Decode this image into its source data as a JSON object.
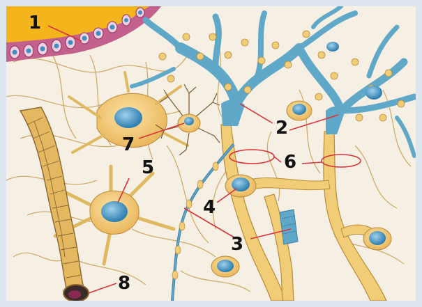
{
  "diagram": {
    "labels": [
      {
        "id": "1",
        "text": "1"
      },
      {
        "id": "2",
        "text": "2"
      },
      {
        "id": "3",
        "text": "3"
      },
      {
        "id": "4",
        "text": "4"
      },
      {
        "id": "5",
        "text": "5"
      },
      {
        "id": "6",
        "text": "6"
      },
      {
        "id": "7",
        "text": "7"
      },
      {
        "id": "8",
        "text": "8"
      }
    ],
    "colors": {
      "background": "#f6f0e4",
      "astrocyte": "#f2cd78",
      "astrocyte_outline": "#b98a38",
      "oligodendrocyte": "#5fa8c8",
      "nucleus": "#3f90c0",
      "ependyma": "#c4608c",
      "ventricle": "#f4b41c",
      "leader": "#d8333a",
      "capillary_lumen": "#8a2a52"
    }
  }
}
